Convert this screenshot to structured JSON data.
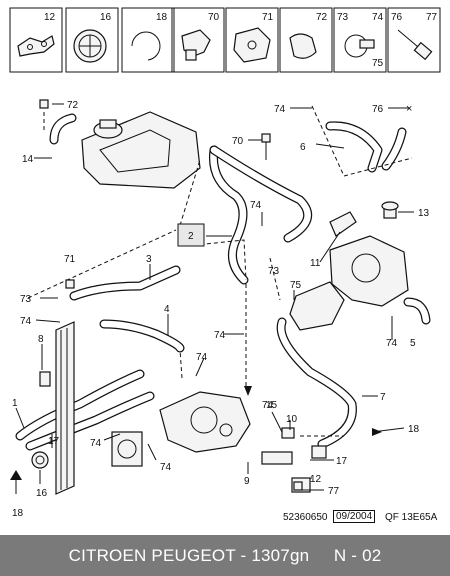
{
  "top_row_labels": [
    "12",
    "16",
    "18",
    "70",
    "71",
    "72",
    "73",
    "74",
    "75",
    "76",
    "77"
  ],
  "callouts": {
    "c72": "72",
    "c14": "14",
    "c70": "70",
    "c74a": "74",
    "c76": "76",
    "c6": "6",
    "c13": "13",
    "c2": "2",
    "c74b": "74",
    "c11": "11",
    "c71": "71",
    "c3": "3",
    "c73a": "73",
    "c73b": "73",
    "c75": "75",
    "c74c": "74",
    "c74d": "74",
    "c5": "5",
    "c4": "4",
    "c8": "8",
    "c74e": "74",
    "c74f": "74",
    "c74g": "74",
    "c7": "7",
    "c1": "1",
    "c17a": "17",
    "c74h": "74",
    "c74i": "74",
    "c15": "15",
    "c10": "10",
    "c18a": "18",
    "c9": "9",
    "c17b": "17",
    "c16": "16",
    "c12": "12",
    "c77": "77",
    "c18b": "18"
  },
  "reference": {
    "number": "52360650",
    "date": "09/2004",
    "code": "QF 13E65A"
  },
  "footer_text": "CITROEN PEUGEOT - 1307gn     N - 02"
}
